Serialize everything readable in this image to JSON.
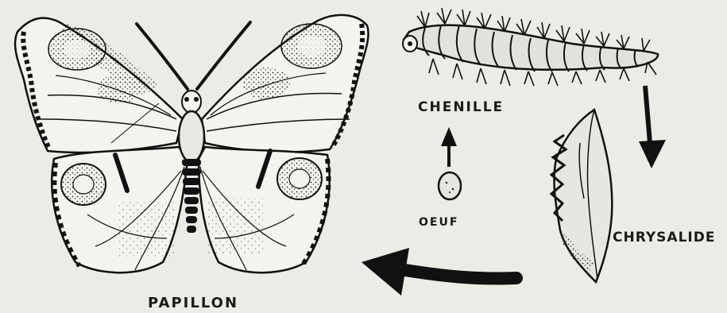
{
  "labels": {
    "chenille": "CHENILLE",
    "oeuf": "OEUF",
    "chrysalide": "CHRYSALIDE",
    "papillon": "PAPILLON"
  },
  "colors": {
    "background": "#ecebe6",
    "ink": "#1a1a1a"
  }
}
